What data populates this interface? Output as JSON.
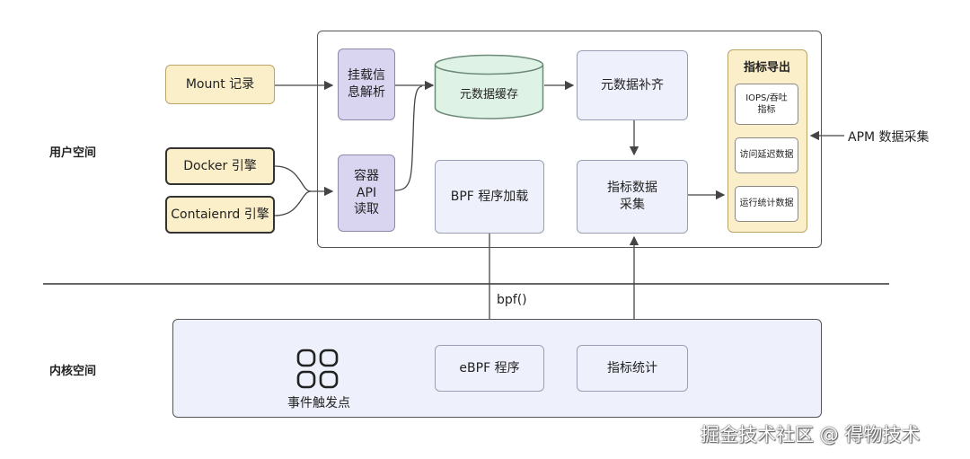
{
  "labels": {
    "user_space": "用户空间",
    "kernel_space": "内核空间"
  },
  "inputs": {
    "mount": "Mount 记录",
    "docker": "Docker 引擎",
    "containerd": "Contaienrd 引擎"
  },
  "user_nodes": {
    "mount_parse": "挂载信息解析",
    "container_api": "容器\nAPI\n读取",
    "metadata_cache": "元数据缓存",
    "metadata_complete": "元数据补齐",
    "bpf_load": "BPF 程序加载",
    "metric_collect": "指标数据\n采集"
  },
  "export": {
    "title": "指标导出",
    "items": [
      "IOPS/吞吐\n指标",
      "访问延迟数据",
      "运行统计数据"
    ]
  },
  "apm": "APM 数据采集",
  "bpf_call": "bpf()",
  "kernel_nodes": {
    "event_trigger": "事件触发点",
    "ebpf_program": "eBPF 程序",
    "metric_stats": "指标统计"
  },
  "watermark": "掘金技术社区 @ 得物技术",
  "colors": {
    "lavender": "#eef0fb",
    "purple": "#d9d4f0",
    "cream": "#fbefc9",
    "cache_green": "#dff2e6"
  }
}
